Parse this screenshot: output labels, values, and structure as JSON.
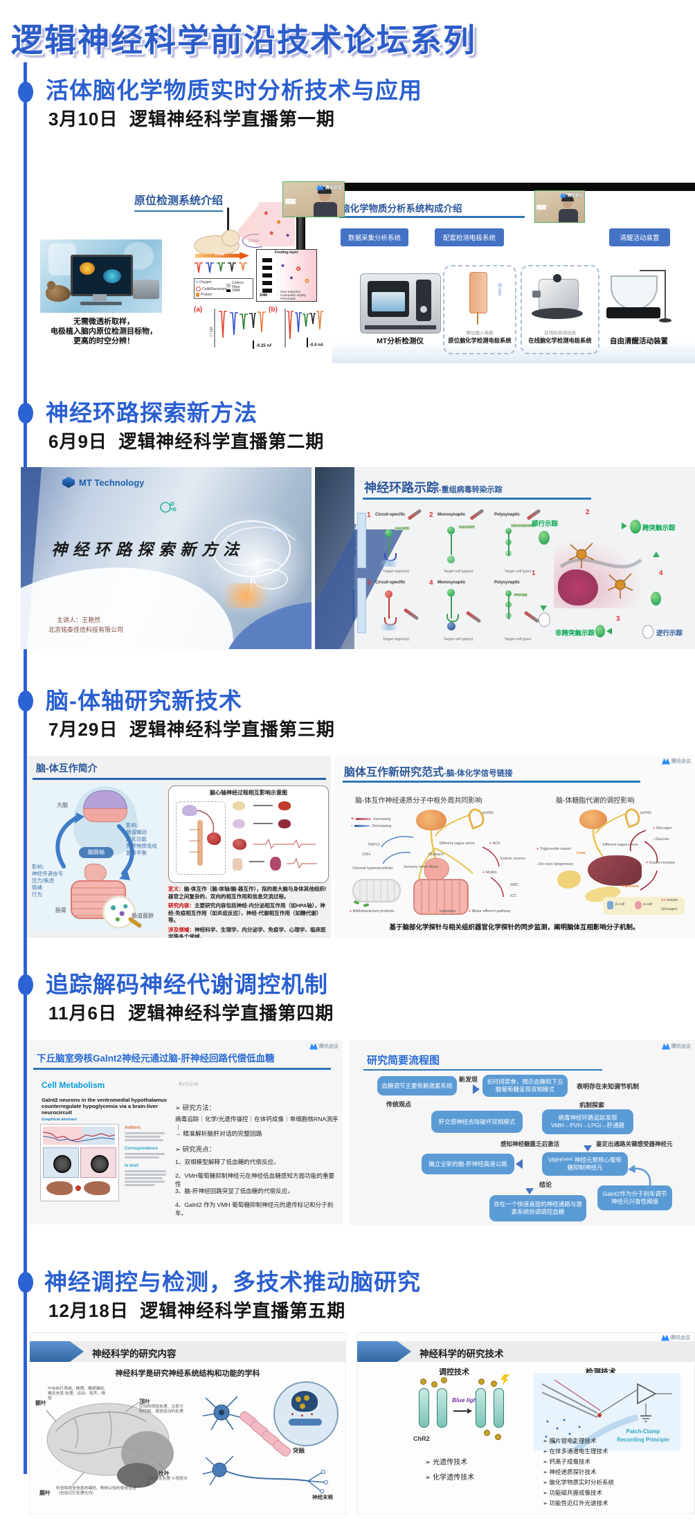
{
  "header": {
    "title": "逻辑神经科学前沿技术论坛系列"
  },
  "meeting": {
    "app": "腾讯会议"
  },
  "sections": [
    {
      "title": "活体脑化学物质实时分析技术与应用",
      "subtitle": "3月10日  逻辑神经科学直播第一期",
      "left": {
        "heading": "原位检测系统介绍",
        "caption1": "无需微透析取样，",
        "caption2": "电极植入脑内原位检测目标物，",
        "caption3": "更高的时空分辨！",
        "oxygen": "Oxygen",
        "time": "Time",
        "fouling": "Fouling layer",
        "legend1": "Oxygen",
        "legend2": "Cell&Bacterium",
        "legend3": "Protein",
        "legend4": "Carbon Fiber",
        "legend5": "SNM",
        "snm": "SNM",
        "membrane": "Size-Selective Hydrophilic Highly Permeable",
        "pa": "(a)",
        "pb": "(b)",
        "yaxis": "I / nA",
        "scale_a": "-0.25 nA",
        "scale_b": "-0.4 nA"
      },
      "right": {
        "heading": "脑化学物质分析系统构成介绍",
        "btn1": "数据采集分析系统",
        "btn2": "配套检测电极系统",
        "btn3": "清醒活动装置",
        "cap1": "MT分析检测仪",
        "note2": "原位植入电极",
        "cap2": "原位脑化学检测电极系统",
        "size2": "20 mm",
        "note3": "在线检测流动池",
        "cap3": "在线脑化学检测电极系统",
        "cap4": "自由清醒活动装置"
      }
    },
    {
      "title": "神经环路探索新方法",
      "subtitle": "6月9日  逻辑神经科学直播第二期",
      "left": {
        "logo": "MT Technology",
        "main_title": "神经环路探索新方法",
        "speaker": "主讲人：王艳然",
        "company": "北京铭泰佳信科技有限公司"
      },
      "right": {
        "heading": "神经环路示踪",
        "suffix": "-重组病毒转染示踪",
        "side_top": "Anterograde tracing",
        "side_bottom": "Retrograde tracing",
        "n1": "1",
        "n2": "2",
        "n3": "3",
        "n4": "4",
        "p1": "Circuit-specific",
        "p2": "Monosynaptic",
        "p3": "Polysynaptic",
        "p4": "Circuit-specific",
        "p5": "Monosynaptic",
        "p6": "Polysynaptic",
        "t1": "Target region(s)",
        "t2": "Target cell type(s)",
        "t3": "Target cell types",
        "v1": "AAV-GFP",
        "v2": "AAV1-GFP",
        "v3": "HSV-H129-GFP",
        "v4": "PRV-152",
        "g1": "顺行示踪",
        "g2": "跨突触示踪",
        "g3": "非跨突触示踪",
        "g4": "逆行示踪",
        "r1": "1",
        "r2": "2",
        "r3": "3",
        "r4": "4"
      }
    },
    {
      "title": "脑-体轴研究新技术",
      "subtitle": "7月29日  逻辑神经科学直播第三期",
      "left": {
        "heading": "脑-体互作简介",
        "brain": "大脑",
        "axis": "脑肠轴",
        "gut": "肠胃",
        "microbe": "肠道菌群",
        "eff_r_title": "影响：",
        "eff_r1": "肠道蠕动",
        "eff_r2": "消化功能",
        "eff_r3": "营养物质吸收",
        "eff_r4": "菌群平衡",
        "eff_l_title": "影响：",
        "eff_l1": "神经传递信号",
        "eff_l2": "压力/焦虑",
        "eff_l3": "情绪",
        "eff_l4": "行为",
        "diagram_title": "脑心轴神经过程相互影响示意图",
        "def_label": "定义：",
        "def_text": "脑-体互作（脑-体轴/脑-器互作），指的是大脑与身体其他组织/器官之间复杂的、双向的相互作用和信息交流过程。",
        "content_label": "研究内容：",
        "content_text": "主要研究内容包括神经-内分泌相互作用（如HPA轴），神经-免疫相互作用（如炎症反应），神经-代谢相互作用（如糖代谢）等。",
        "fields_label": "涉及领域：",
        "fields_text": "神经科学、生理学、内分泌学、免疫学、心理学、临床医学等多个领域。"
      },
      "right": {
        "heading": "脑体互作新研究范式",
        "suffix": "-脑-体化学信号链接",
        "d1_title": "脑-体互作神经递质分子中枢外周共同影响",
        "d2_title": "脑-体糖脂代谢的调控影响",
        "note": "基于脑部化学探针与相关组织器官化学探针的同步监测，阐明脑体互相影响分子机制。",
        "inc": "Increasing",
        "dec": "Decreasing",
        "d1l1": "taVNS",
        "d1l2": "Efferent vagus nerve",
        "d1l3": "Stomach",
        "d1l4": "Sensory nerve fibres",
        "d1l5": "TRPV1",
        "d1l6": "CRH",
        "d1l7": "Visceral hypersensitivity",
        "d1l8": "ACh",
        "d1l9": "Enteric neuron",
        "d1l10": "Motilin",
        "d1l11": "SMC",
        "d1l12": "ICC",
        "d1l13": "Intestines",
        "d1l14": "Motor efferent pathway",
        "d1l15": "Bifidobacterium probiotic",
        "d2l1": "taVNS",
        "d2l2": "Efferent vagus nerve",
        "d2l3": "Liver",
        "d2l4": "Triglyceride export",
        "d2l5": "De novo lipogenesis",
        "d2l6": "Pancreas",
        "d2l7": "Insulin receptor",
        "d2l8": "β-cell",
        "d2l9": "α-cell",
        "d2l10": "Insulin",
        "d2l11": "Glucagon",
        "d2l12": "Glycogen",
        "d2l13": "Glucose"
      }
    },
    {
      "title": "追踪解码神经代谢调控机制",
      "subtitle": "11月6日  逻辑神经科学直播第四期",
      "left": {
        "heading": "下丘脑室旁核Galnt2神经元通过脑-肝神经回路代偿低血糖",
        "journal": "Cell Metabolism",
        "article": "Article",
        "paper_title": "Galnt2 neurons in the ventromedial hypothalamus counterregulate hypoglycemia via a brain-liver neurocircuit",
        "ga": "Graphical abstract",
        "authors": "Authors",
        "correspondence": "Correspondence",
        "inbrief": "In brief",
        "method_label": "➢ 研究方法：",
        "method1": "病毒追踪｜化学/光遗传操控｜在体钙成像｜单细胞核RNA测序｜",
        "method2": "→ 精准解析脑肝对话的完整回路",
        "hl_label": "➢ 研究亮点：",
        "hl1": "1、双相模型解释了低血糖的代偿反应。",
        "hl2": "2、VMH葡萄糖抑制神经元在神经低血糖感知方面功能的重要性",
        "hl3": "3、脑-肝神经回路突显了低血糖的代偿反应。",
        "hl4": "4、Galnt2 作为 VMH 葡萄糖抑制神经元的遗传标记和分子刹车。"
      },
      "right": {
        "heading": "研究简要流程图",
        "b1": "血糖调节主要依赖激素系统",
        "traditional": "传统观点",
        "discovery": "新发现",
        "b2": "长时间禁食，揭示血糖和下丘脑葡萄糖呈现双相模式",
        "unknown": "表明存在未知调节机制",
        "mechanism": "机制探索",
        "b3": "肝交感神经去除破坏双相模式",
        "b4a": "病毒神经环路追踪发现",
        "b4b": "VMH→PVH→LPGi→肝通路",
        "sense": "感知神经糖匮乏后激活",
        "identify": "鉴定出通路关键感受器神经元",
        "b5": "VMHᴳᵃˡⁿᵗ² 神经元是核心葡萄糖抑制神经元",
        "b6": "确立全新的脑-肝神经高速公路",
        "conclusion": "结论",
        "b7": "存在一个快速直接的神经通路与激素系统协调调控血糖",
        "b8": "Galnt2作为分子刹车调节神经元兴奋性阈值"
      }
    },
    {
      "title": "神经调控与检测，多技术推动脑研究",
      "subtitle": "12月18日  逻辑神经科学直播第五期",
      "left": {
        "band": "神经科学的研究内容",
        "sub": "神经科学是研究神经系统结构和功能的学科",
        "lobe1": "额叶",
        "lobe1_desc": "中央执行系统、推理、情感编码、概念信息-处理、运动、发声、嗅觉",
        "lobe2": "顶叶",
        "lobe2_desc": "空间的视觉处理、注意力的控制、感觉运动的处理",
        "lobe3": "枕叶",
        "lobe3_desc": "次级视觉处理 ※视觉功能",
        "lobe4": "颞叶",
        "lobe4_desc": "听觉和视觉信息的编码、物体认知的视觉处理（包括记忆处理在内）",
        "synapse": "突触",
        "terminal": "神经末梢"
      },
      "right": {
        "band": "神经科学的研究技术",
        "col1": "调控技术",
        "col2": "检测技术",
        "chr2": "ChR2",
        "bluelight": "Blue light",
        "patch1": "Patch-Clamp",
        "patch2": "Recording Principle",
        "reg1": "➢ 光遗传技术",
        "reg2": "➢ 化学遗传技术",
        "det1": "➢ 膜片钳电生理技术",
        "det2": "➢ 在体多通道电生理技术",
        "det3": "➢ 钙离子成像技术",
        "det4": "➢ 神经递质探针技术",
        "det5": "➢ 脑化学物质实时分析系统",
        "det6": "➢ 功能磁共振成像技术",
        "det7": "➢ 功能性近红外光谱技术"
      }
    }
  ]
}
